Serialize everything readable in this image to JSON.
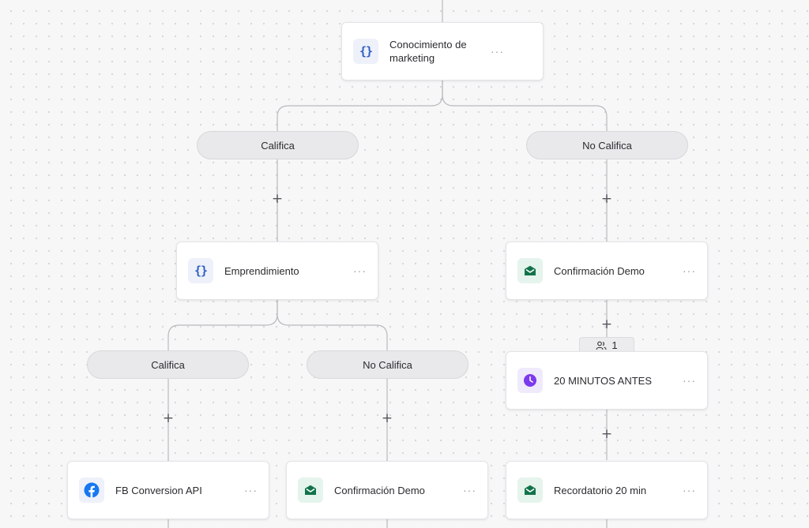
{
  "nodes": {
    "conocimiento": {
      "label": "Conocimiento de marketing",
      "icon": "code-braces-icon",
      "menu": "···"
    },
    "emprendimiento": {
      "label": "Emprendimiento",
      "icon": "code-braces-icon",
      "menu": "···"
    },
    "confirmacion_demo_right": {
      "label": "Confirmación Demo",
      "icon": "mail-icon",
      "menu": "···"
    },
    "veinte_minutos": {
      "label": "20 MINUTOS ANTES",
      "icon": "clock-icon",
      "menu": "···"
    },
    "fb_conversion": {
      "label": "FB Conversion API",
      "icon": "facebook-icon",
      "menu": "···"
    },
    "confirmacion_demo_mid": {
      "label": "Confirmación Demo",
      "icon": "mail-icon",
      "menu": "···"
    },
    "recordatorio": {
      "label": "Recordatorio 20 min",
      "icon": "mail-icon",
      "menu": "···"
    }
  },
  "branches": {
    "califica_top": "Califica",
    "no_califica_top": "No Califica",
    "califica_bottom": "Califica",
    "no_califica_bottom": "No Califica"
  },
  "code_glyph": "{}",
  "plus_glyph": "+",
  "counter": {
    "value": "1",
    "icon": "users-icon"
  },
  "colors": {
    "code_icon": "#2f5ec4",
    "mail_icon": "#12734a",
    "clock_icon": "#7c3aed",
    "facebook": "#1877f2"
  }
}
